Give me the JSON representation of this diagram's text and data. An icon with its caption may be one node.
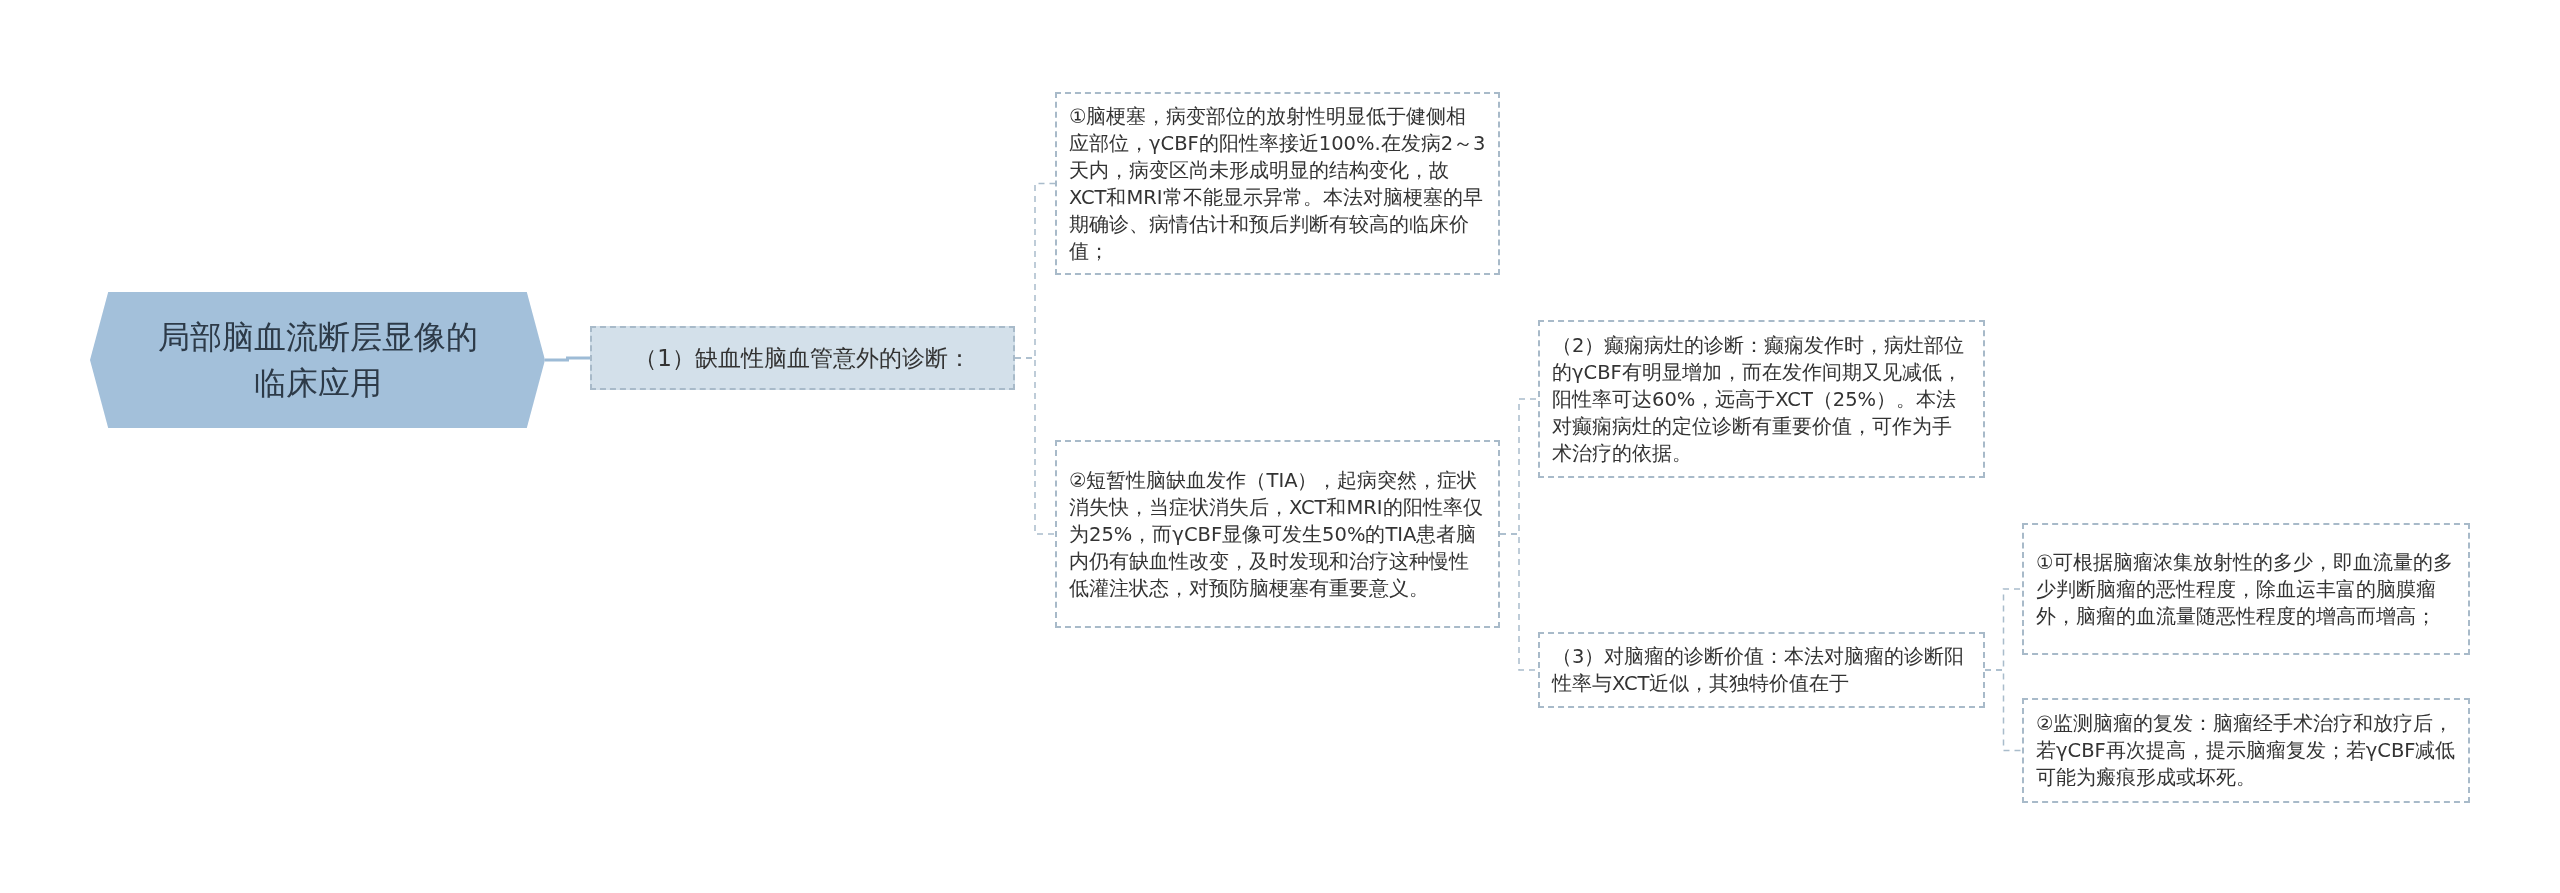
{
  "diagram": {
    "nodes": [
      {
        "text": [
          "局部脑血流断层显像的临床应用"
        ]
      },
      {
        "text": [
          "（1）缺血性脑血管意外的诊断："
        ]
      },
      {
        "text": [
          "①脑梗塞，病变部位的放射性明显低于健侧相应部位，γCBF的阳性率接近100%.在发病2～3天内，病变区尚未形成明显的结构变化，故XCT和MRI常不能显示异常。本法对脑梗塞的早期确诊、病情估计和预后判断有较高的临床价值；"
        ]
      },
      {
        "text": [
          "②短暂性脑缺血发作（TIA），起病突然，症状消失快，当症状消失后，XCT和MRI的阳性率仅为25%，而γCBF显像可发生50%的TIA患者脑内仍有缺血性改变，及时发现和治疗这种慢性低灌注状态，对预防脑梗塞有重要意义。"
        ]
      },
      {
        "text": [
          "（2）癫痫病灶的诊断：癫痫发作时，病灶部位的γCBF有明显增加，而在发作间期又见减低，阳性率可达60%，远高于XCT（25%）。本法对癫痫病灶的定位诊断有重要价值，可作为手术治疗的依据。"
        ]
      },
      {
        "text": [
          "（3）对脑瘤的诊断价值：本法对脑瘤的诊断阳性率与XCT近似，其独特价值在于"
        ]
      },
      {
        "text": [
          "①可根据脑瘤浓集放射性的多少，即血流量的多少判断脑瘤的恶性程度，除血运丰富的脑膜瘤外，脑瘤的血流量随恶性程度的增高而增高；"
        ]
      },
      {
        "text": [
          "②监测脑瘤的复发：脑瘤经手术治疗和放疗后，若γCBF再次提高，提示脑瘤复发；若γCBF减低可能为瘢痕形成或坏死。"
        ]
      }
    ],
    "edges": [
      {
        "from": 0,
        "to": 1,
        "arrow": "none",
        "color": "#9dbbd6"
      },
      {
        "from": 1,
        "to": 2,
        "arrow": "none",
        "style": "dashed"
      },
      {
        "from": 1,
        "to": 3,
        "arrow": "none",
        "style": "dashed"
      },
      {
        "from": 3,
        "to": 4,
        "arrow": "none",
        "style": "dashed"
      },
      {
        "from": 3,
        "to": 5,
        "arrow": "none",
        "style": "dashed"
      },
      {
        "from": 5,
        "to": 6,
        "arrow": "none",
        "style": "dashed"
      },
      {
        "from": 5,
        "to": 7,
        "arrow": "none",
        "style": "dashed"
      }
    ]
  }
}
